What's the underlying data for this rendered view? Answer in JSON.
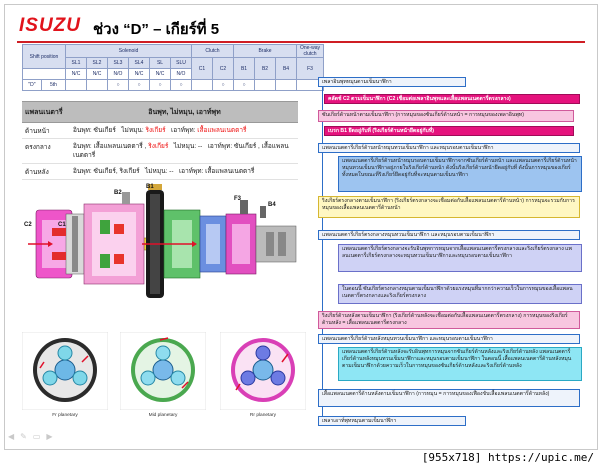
{
  "header": {
    "logo": "ISUZU",
    "title": "ช่วง “D” – เกียร์ที่ 5"
  },
  "shift_table": {
    "col_shift": "Shift position",
    "groups": [
      "Solenoid",
      "Clutch",
      "Brake",
      "One-way clutch"
    ],
    "subcols": [
      "SL1",
      "SL2",
      "SL3",
      "SL4",
      "SL",
      "SLU",
      "C1",
      "C2",
      "B1",
      "B2",
      "B4",
      "F3"
    ],
    "subrow": [
      "N/C",
      "N/C",
      "N/O",
      "N/C",
      "N/C",
      "N/O"
    ],
    "row_d": {
      "shift": "\"D\"",
      "gear": "5th",
      "marks": [
        "",
        "",
        "○",
        "○",
        "○",
        "○",
        "",
        "○",
        "○",
        "",
        "",
        ""
      ]
    }
  },
  "status_table": {
    "head_left": "แพลนเนตารี่",
    "head_right": "อินพุท, ไม่หมุน, เอาท์พุท",
    "rows": [
      {
        "name": "ด้านหน้า",
        "a": "อินพุท: ซันเกียร์",
        "b": "ไม่หมุน: ",
        "b_red": "ริงเกียร์",
        "c": "เอาท์พุท: ",
        "c_red": "เสื้อแพลนเนตตารี่"
      },
      {
        "name": "ตรงกลาง",
        "a": "อินพุท: เสื้อแพลนเนตตารี่ , ",
        "a_red": "ริงเกียร์",
        "b": "ไม่หมุน: --",
        "b_red": "",
        "c": "เอาท์พุท: ซันเกียร์ , เสื้อแพลนเนตตารี่",
        "c_red": ""
      },
      {
        "name": "ด้านหลัง",
        "a": "อินพุท: ซันเกียร์, ริงเกียร์",
        "b": "ไม่หมุน: --",
        "b_red": "",
        "c": "เอาท์พุท: เสื้อแพลนเนตตารี่",
        "c_red": ""
      }
    ]
  },
  "diagram_labels": {
    "b2": "B2",
    "b1": "B1",
    "f3": "F3",
    "b4": "B4",
    "c2": "C2",
    "c1": "C1"
  },
  "planetary_captions": {
    "fr": "Fr planetary",
    "mid": "Mid planetary",
    "rr": "Rr planetary"
  },
  "flow": [
    {
      "id": "f0",
      "text": "เพลาอินพุทหมุนตามเข็มนาฬิกา"
    },
    {
      "id": "f1",
      "text": "คลัตช์ C2 ตามเข็มนาฬิกา (C2 เชื่อมต่อเพลาอินพุทและเสื้อแพลนเนตตารี่ตรงกลาง)"
    },
    {
      "id": "f2",
      "text": "ซันเกียร์ด้านหน้าตามเข็มนาฬิกา (การหมุนของซันเกียร์ด้านหน้า = การหมุนของเพลาอินพุท)"
    },
    {
      "id": "f3",
      "text": "เบรก B1 ยึดอยู่กับที่ (ริงเกียร์ด้านหน้ายึดอยู่กับที่)"
    },
    {
      "id": "f4",
      "text": "แพลนเนตตารี่เกียร์ด้านหน้าหมุนทวนเข็มนาฬิกา และหมุนรอบตามเข็มนาฬิกา"
    },
    {
      "id": "f5",
      "text": "แพลนเนตตารี่เกียร์ด้านหน้าหมุนรอบตามเข็มนาฬิกาจากซันเกียร์ด้านหน้า และแพลนเนตตารี่เกียร์ด้านหน้าหมุนทวนเข็มนาฬิกาอยู่ภายในริงเกียร์ด้านหน้า ดังนั้นริงเกียร์ด้านหน้ายึดอยู่กับที่ ดังนั้นการหมุนของเกียร์ทั้งหมดในขณะที่ริงเกียร์ยึดอยู่กับที่จะหมุนตามเข็มนาฬิกา"
    },
    {
      "id": "f6",
      "text": "ริงเกียร์ตรงกลางตามเข็มนาฬิกา (ริงเกียร์ตรงกลางจะเชื่อมต่อกับเสื้อแพลนเนตตารี่ด้านหน้า) การหมุนจะรวมกับการหมุนของเสื้อแพลนเนตตารี่ด้านหน้า"
    },
    {
      "id": "f7",
      "text": "แพลนเนตตารี่เกียร์ตรงกลางหมุนทวนเข็มนาฬิกา และหมุนรอบตามเข็มนาฬิกา"
    },
    {
      "id": "f8",
      "text": "แพลนเนตตารี่เกียร์ตรงกลางจะรับอินพุทการหมุนจากเสื้อแพลนเนตตารี่ตรงกลางและริงเกียร์ตรงกลาง แพลนเนตตารี่เกียร์ตรงกลางจะหมุนทวนเข็มนาฬิกาและหมุนรอบตามเข็มนาฬิกา"
    },
    {
      "id": "f9",
      "text": "ในตอนนี้ ซันเกียร์ตรงกลางหมุนตามเข็มนาฬิกาด้วยแรงหมุนที่มากกว่าความเร็วในการหมุนของเสื้อแพลนเนตตารี่ตรงกลางและริงเกียร์ตรงกลาง"
    },
    {
      "id": "f10",
      "text": "ริงเกียร์ด้านหลังตามเข็มนาฬิกา (ริงเกียร์ด้านหลังจะเชื่อมต่อกับเสื้อแพลนเนตตารี่ตรงกลาง) การหมุนของริงเกียร์ด้านหลัง = เสื้อแพลนเนตตารี่ตรงกลาง"
    },
    {
      "id": "f11",
      "text": "แพลนเนตตารี่เกียร์ด้านหลังหมุนทวนเข็มนาฬิกา และหมุนรอบตามเข็มนาฬิกา"
    },
    {
      "id": "f12",
      "text": "แพลนเนตตารี่เกียร์ด้านหลังจะรับอินพุทการหมุนจากซันเกียร์ด้านหลังและริงเกียร์ด้านหลัง แพลนเนตตารี่เกียร์ด้านหลังหมุนทวนเข็มนาฬิกาและหมุนรอบตามเข็มนาฬิกา ในตอนนี้ เสื้อแพลนเนตตารี่ด้านหลังหมุนตามเข็มนาฬิกาด้วยความเร็วในการหมุนของซันเกียร์ด้านหลังและริงเกียร์ด้านหลัง"
    },
    {
      "id": "f13",
      "text": "เสื้อแพลนเนตตารี่ด้านหลังตามเข็มนาฬิกา (การหมุน = การหมุนของเฟืองขับเสื้อแพลนเนตตารี่ด้านหลัง)"
    },
    {
      "id": "f14",
      "text": "เพลาเอาท์พุทหมุนตามเข็มนาฬิกา"
    }
  ],
  "watermark": "[955x718] https://upic.me/"
}
